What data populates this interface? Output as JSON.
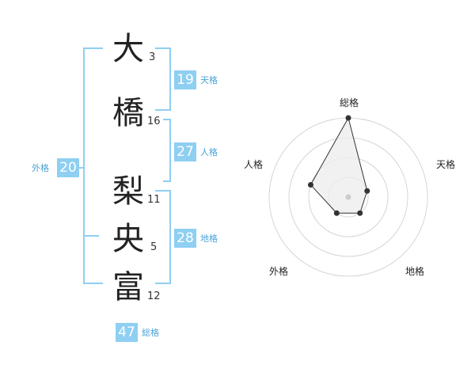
{
  "name": {
    "chars": [
      {
        "char": "大",
        "strokes": "3"
      },
      {
        "char": "橋",
        "strokes": "16"
      },
      {
        "char": "梨",
        "strokes": "11"
      },
      {
        "char": "央",
        "strokes": "5"
      },
      {
        "char": "富",
        "strokes": "12"
      }
    ]
  },
  "fortune": {
    "tenkaku": {
      "value": "19",
      "label": "天格"
    },
    "jinkaku": {
      "value": "27",
      "label": "人格"
    },
    "chikaku": {
      "value": "28",
      "label": "地格"
    },
    "gaikaku": {
      "value": "20",
      "label": "外格"
    },
    "soukaku": {
      "value": "47",
      "label": "総格"
    }
  },
  "colors": {
    "accent": "#8ecff2",
    "accent_text": "#4aa3d8",
    "point": "#333333",
    "fill": "#eeeeee"
  },
  "chart_data": {
    "type": "radar",
    "axes": [
      "総格",
      "天格",
      "地格",
      "外格",
      "人格"
    ],
    "values": [
      1.0,
      0.25,
      0.25,
      0.25,
      0.5
    ],
    "range": [
      0,
      1
    ],
    "rings": 4
  }
}
